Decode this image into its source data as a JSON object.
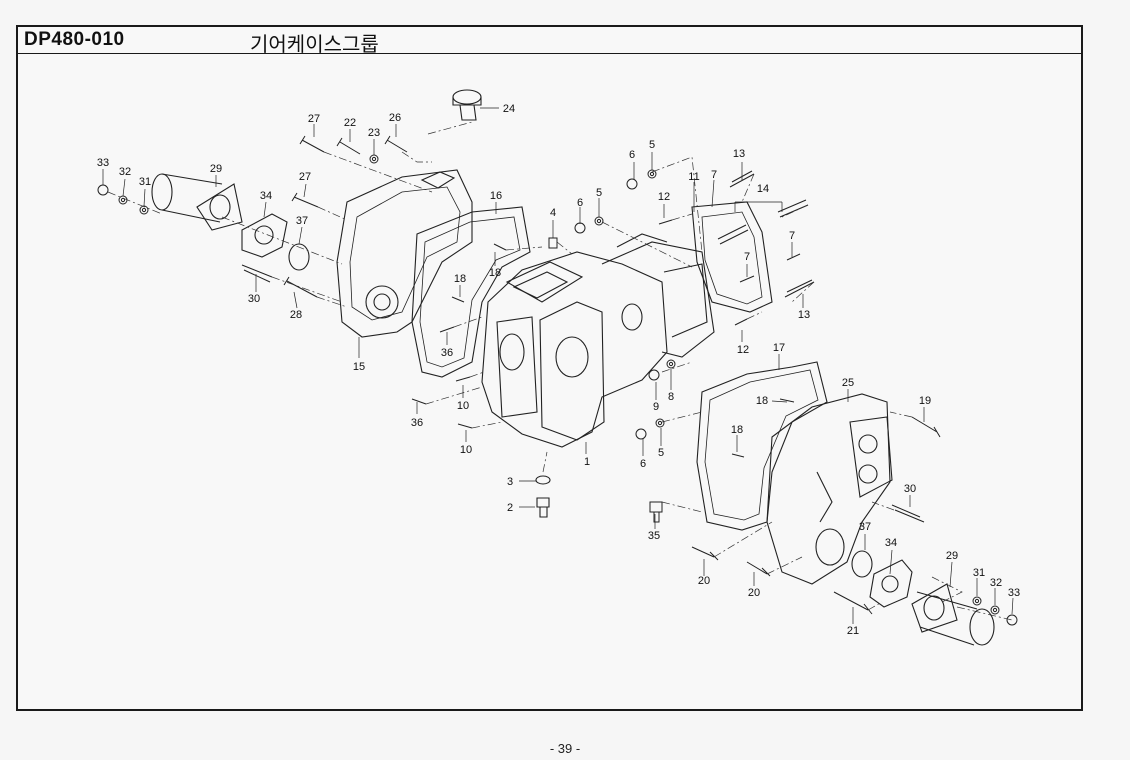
{
  "header": {
    "code": "DP480-010",
    "title": "기어케이스그룹"
  },
  "footer": {
    "page": "- 39 -"
  },
  "callouts": [
    "33",
    "32",
    "31",
    "29",
    "34",
    "37",
    "30",
    "28",
    "27",
    "27",
    "22",
    "23",
    "26",
    "24",
    "15",
    "16",
    "18",
    "18",
    "36",
    "36",
    "10",
    "10",
    "4",
    "6",
    "6",
    "5",
    "5",
    "12",
    "11",
    "7",
    "13",
    "14",
    "7",
    "7",
    "13",
    "12",
    "9",
    "8",
    "6",
    "5",
    "1",
    "3",
    "2",
    "17",
    "18",
    "18",
    "25",
    "19",
    "30",
    "35",
    "37",
    "34",
    "20",
    "20",
    "21",
    "29",
    "31",
    "32",
    "33"
  ]
}
